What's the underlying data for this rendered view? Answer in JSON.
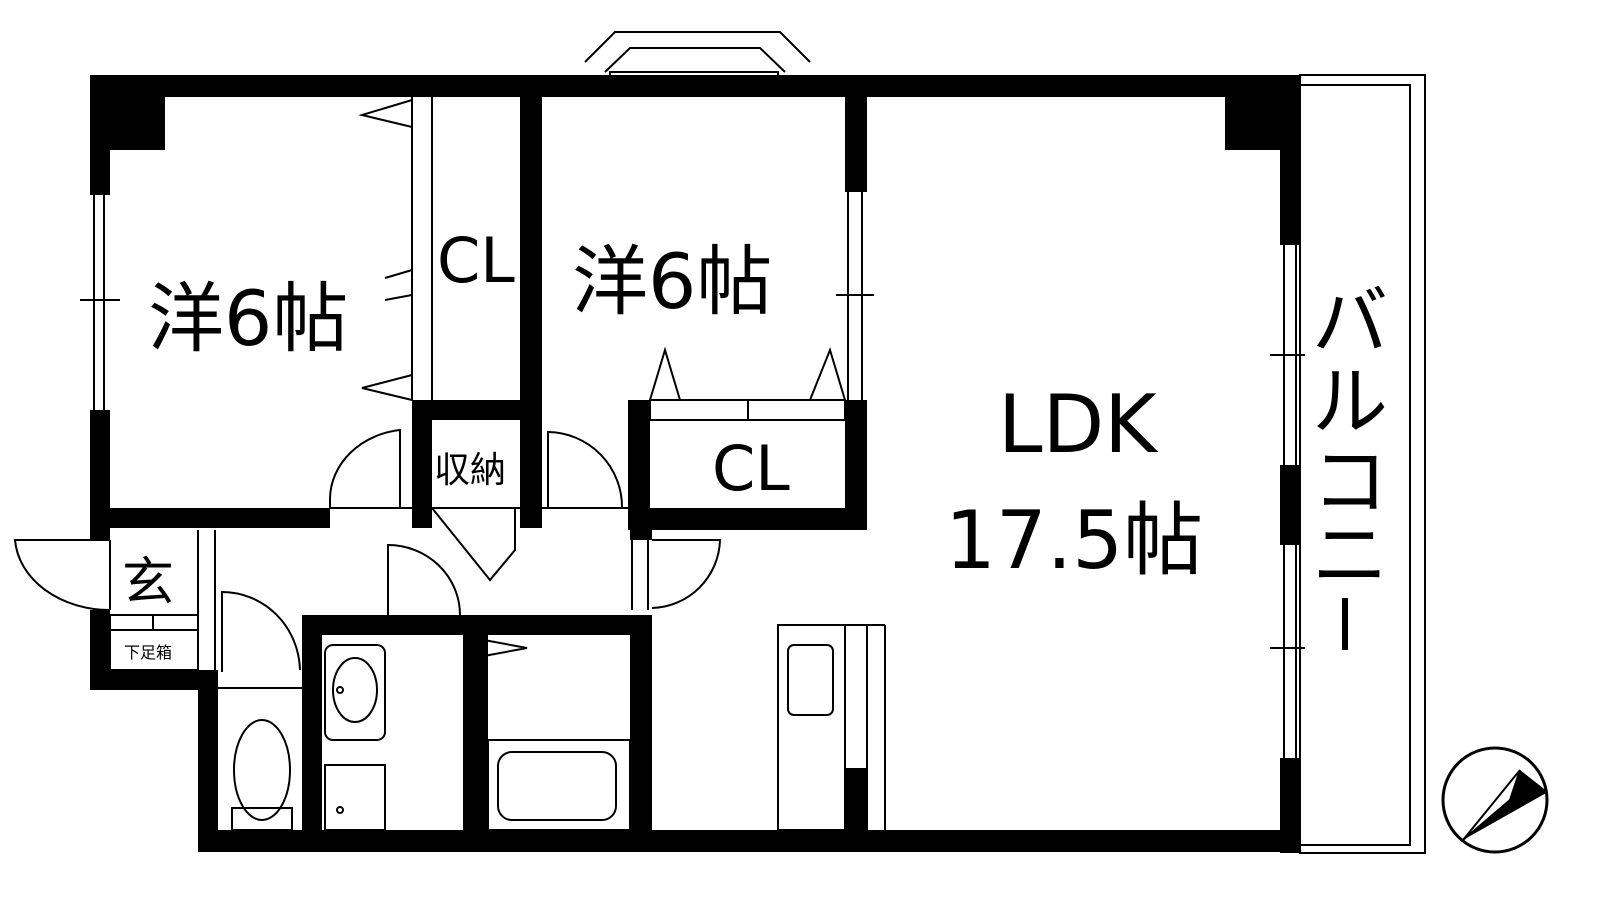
{
  "rooms": {
    "western_left": {
      "label": "洋6帖"
    },
    "western_mid": {
      "label": "洋6帖"
    },
    "ldk": {
      "name": "LDK",
      "size": "17.5帖"
    },
    "closet_left": {
      "label": "CL"
    },
    "closet_mid": {
      "label": "CL"
    },
    "storage": {
      "label": "収納"
    },
    "entrance": {
      "label": "玄"
    },
    "shoe_box": {
      "label": "下足箱"
    },
    "balcony": {
      "chars": [
        "バ",
        "ル",
        "コ",
        "ニ",
        "ー"
      ]
    }
  },
  "compass": {
    "icon": "north-arrow-icon"
  },
  "colors": {
    "wall": "#000000",
    "background": "#ffffff"
  }
}
